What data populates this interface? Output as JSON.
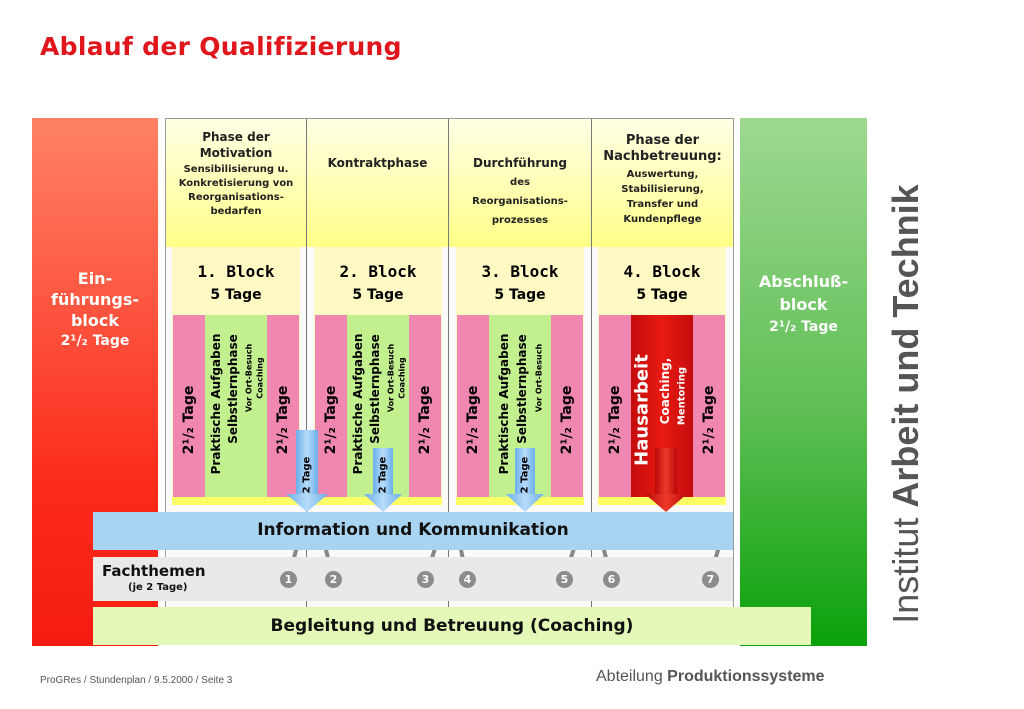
{
  "title": "Ablauf der Qualifizierung",
  "intro": {
    "line1": "Ein-",
    "line2": "führungs-",
    "line3": "block",
    "duration": "2¹/₂ Tage"
  },
  "exit": {
    "line1": "Abschluß-",
    "line2": "block",
    "duration": "2¹/₂ Tage"
  },
  "phases": [
    {
      "head": "Phase der Motivation",
      "sub": "Sensibilisierung u. Konkretisierung von Reorganisations-bedarfen"
    },
    {
      "head": "Kontraktphase",
      "sub": ""
    },
    {
      "head": "Durchführung",
      "sub": "des Reorganisations-prozesses"
    },
    {
      "head": "Phase der Nachbetreuung:",
      "sub": "Auswertung, Stabilisierung, Transfer und Kundenpflege"
    }
  ],
  "blocks": [
    {
      "title": "1. Block",
      "days": "5 Tage"
    },
    {
      "title": "2. Block",
      "days": "5 Tage"
    },
    {
      "title": "3. Block",
      "days": "5 Tage"
    },
    {
      "title": "4. Block",
      "days": "5 Tage"
    }
  ],
  "half_days": "2¹/₂ Tage",
  "practical": {
    "line1": "Praktische Aufgaben",
    "line2": "Selbstlernphase",
    "line3": "Vor Ort-Besuch",
    "line4": "Coaching"
  },
  "homework": {
    "line1": "Hausarbeit",
    "line2": "Coaching,",
    "line3": "Mentoring"
  },
  "two_days": "2 Tage",
  "information": "Information und Kommunikation",
  "topics": {
    "label": "Fachthemen",
    "sub": "(je 2 Tage)",
    "numbers": [
      "1",
      "2",
      "3",
      "4",
      "5",
      "6",
      "7"
    ]
  },
  "support": "Begleitung und Betreuung (Coaching)",
  "institute": {
    "light": "Institut ",
    "bold": "Arbeit und Technik"
  },
  "footer": "ProGRes / Stundenplan / 9.5.2000 /  Seite 3",
  "department": {
    "light": "Abteilung ",
    "bold": "Produktionssysteme"
  },
  "colors": {
    "title": "#e0161d",
    "intro": "#f5301e",
    "exit": "#2aa82a",
    "info": "#a8d4f2",
    "support": "#e4f8b8",
    "pink": "#ef87b0",
    "green": "#c2f08f",
    "red": "#e01410"
  }
}
